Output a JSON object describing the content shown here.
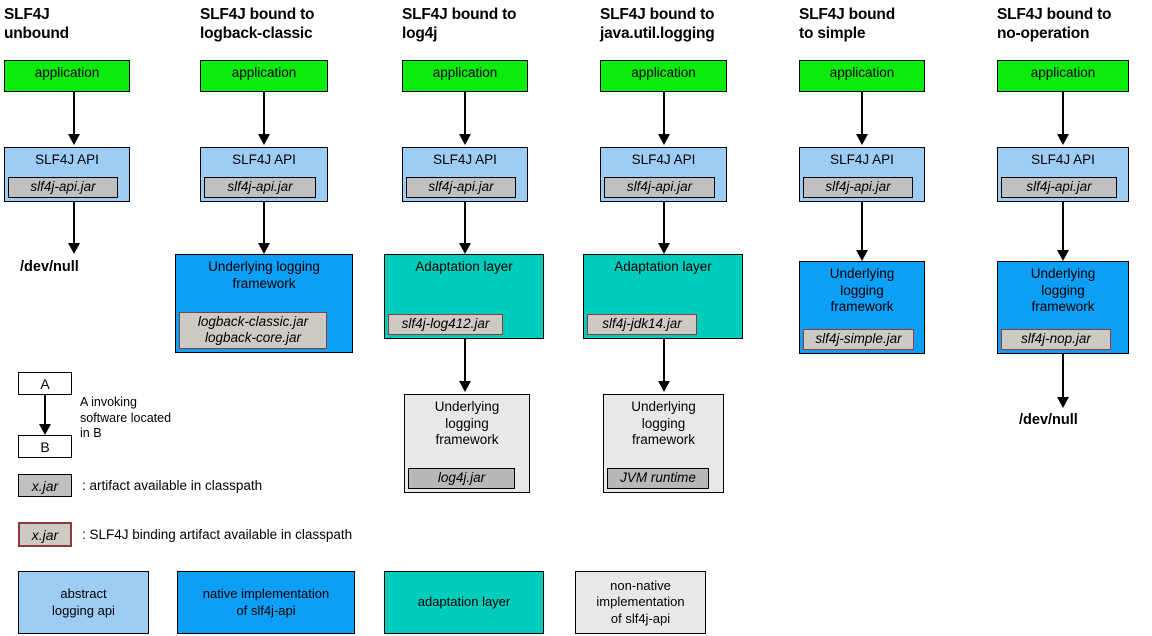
{
  "diagram": {
    "title": "SLF4J binding diagram",
    "colors": {
      "application": "#0bec0b",
      "abstract_logging_api": "#9dccf5",
      "native_implementation": "#0d9ef5",
      "adaptation_layer": "#00ccbb",
      "non_native_implementation": "#e8e8e6",
      "artifact_jar": "#c0c0c0",
      "binding_border": "#8c3a3a"
    }
  },
  "columns": [
    {
      "id": "unbound",
      "title": "SLF4J\nunbound",
      "nodes": [
        {
          "id": "application",
          "label": "application"
        },
        {
          "id": "slf4j-api",
          "label": "SLF4J API",
          "jar": "slf4j-api.jar"
        }
      ],
      "terminal": "/dev/null"
    },
    {
      "id": "logback-classic",
      "title": "SLF4J bound to\nlogback-classic",
      "nodes": [
        {
          "id": "application",
          "label": "application"
        },
        {
          "id": "slf4j-api",
          "label": "SLF4J API",
          "jar": "slf4j-api.jar"
        },
        {
          "id": "underlying",
          "label": "Underlying logging\nframework",
          "jar": "logback-classic.jar\nlogback-core.jar"
        }
      ],
      "terminal": null
    },
    {
      "id": "log4j",
      "title": "SLF4J bound to\nlog4j",
      "nodes": [
        {
          "id": "application",
          "label": "application"
        },
        {
          "id": "slf4j-api",
          "label": "SLF4J API",
          "jar": "slf4j-api.jar"
        },
        {
          "id": "adaptation",
          "label": "Adaptation layer",
          "jar": "slf4j-log412.jar"
        },
        {
          "id": "underlying",
          "label": "Underlying\nlogging\nframework",
          "jar": "log4j.jar"
        }
      ],
      "terminal": null
    },
    {
      "id": "java-util-logging",
      "title": "SLF4J bound to\njava.util.logging",
      "nodes": [
        {
          "id": "application",
          "label": "application"
        },
        {
          "id": "slf4j-api",
          "label": "SLF4J API",
          "jar": "slf4j-api.jar"
        },
        {
          "id": "adaptation",
          "label": "Adaptation layer",
          "jar": "slf4j-jdk14.jar"
        },
        {
          "id": "underlying",
          "label": "Underlying\nlogging\nframework",
          "jar": "JVM runtime"
        }
      ],
      "terminal": null
    },
    {
      "id": "simple",
      "title": "SLF4J bound\nto simple",
      "nodes": [
        {
          "id": "application",
          "label": "application"
        },
        {
          "id": "slf4j-api",
          "label": "SLF4J API",
          "jar": "slf4j-api.jar"
        },
        {
          "id": "underlying",
          "label": "Underlying\nlogging\nframework",
          "jar": "slf4j-simple.jar"
        }
      ],
      "terminal": null
    },
    {
      "id": "no-operation",
      "title": "SLF4J bound to\nno-operation",
      "nodes": [
        {
          "id": "application",
          "label": "application"
        },
        {
          "id": "slf4j-api",
          "label": "SLF4J API",
          "jar": "slf4j-api.jar"
        },
        {
          "id": "underlying",
          "label": "Underlying\nlogging\nframework",
          "jar": "slf4j-nop.jar"
        }
      ],
      "terminal": "/dev/null"
    }
  ],
  "legend": {
    "invocation": {
      "box_a": "A",
      "box_b": "B",
      "description": "A invoking\nsoftware located\nin B"
    },
    "artifact": {
      "sample": "x.jar",
      "description": ": artifact available in classpath"
    },
    "binding_artifact": {
      "sample": "x.jar",
      "description": ": SLF4J binding artifact available in classpath"
    },
    "swatches": [
      {
        "id": "abstract",
        "label": "abstract\nlogging api"
      },
      {
        "id": "native",
        "label": "native implementation\nof slf4j-api"
      },
      {
        "id": "adaptation",
        "label": "adaptation layer"
      },
      {
        "id": "non-native",
        "label": "non-native\nimplementation\nof slf4j-api"
      }
    ]
  }
}
